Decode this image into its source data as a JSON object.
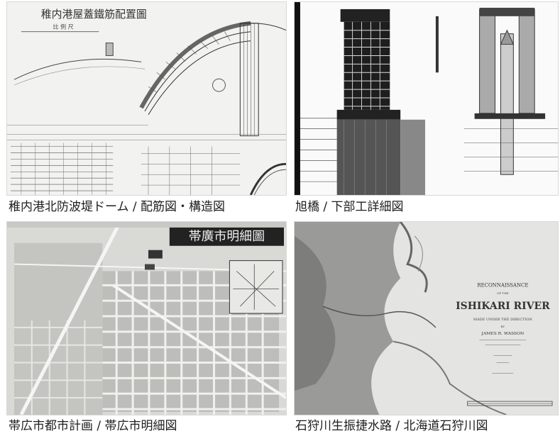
{
  "figures": [
    {
      "id": "wakkanai",
      "caption": "稚内港北防波堤ドーム / 配筋図・構造図",
      "drawing_title": "稚内港屋蓋鐵筋配置圖",
      "drawing_subtitle": "比 例 尺"
    },
    {
      "id": "asahibashi",
      "caption": "旭橋 / 下部工詳細図"
    },
    {
      "id": "obihiro",
      "caption": "帯広市都市計画 / 帯広市明細図",
      "map_title": "帯廣市明細圖"
    },
    {
      "id": "ishikari",
      "caption": "石狩川生振捷水路 / 北海道石狩川図",
      "map_title_lines": [
        "RECONNAISSANCE",
        "OF THE",
        "ISHIKARI RIVER",
        "MADE UNDER THE DIRECTION",
        "BY",
        "JAMES R. WASSON"
      ]
    }
  ]
}
